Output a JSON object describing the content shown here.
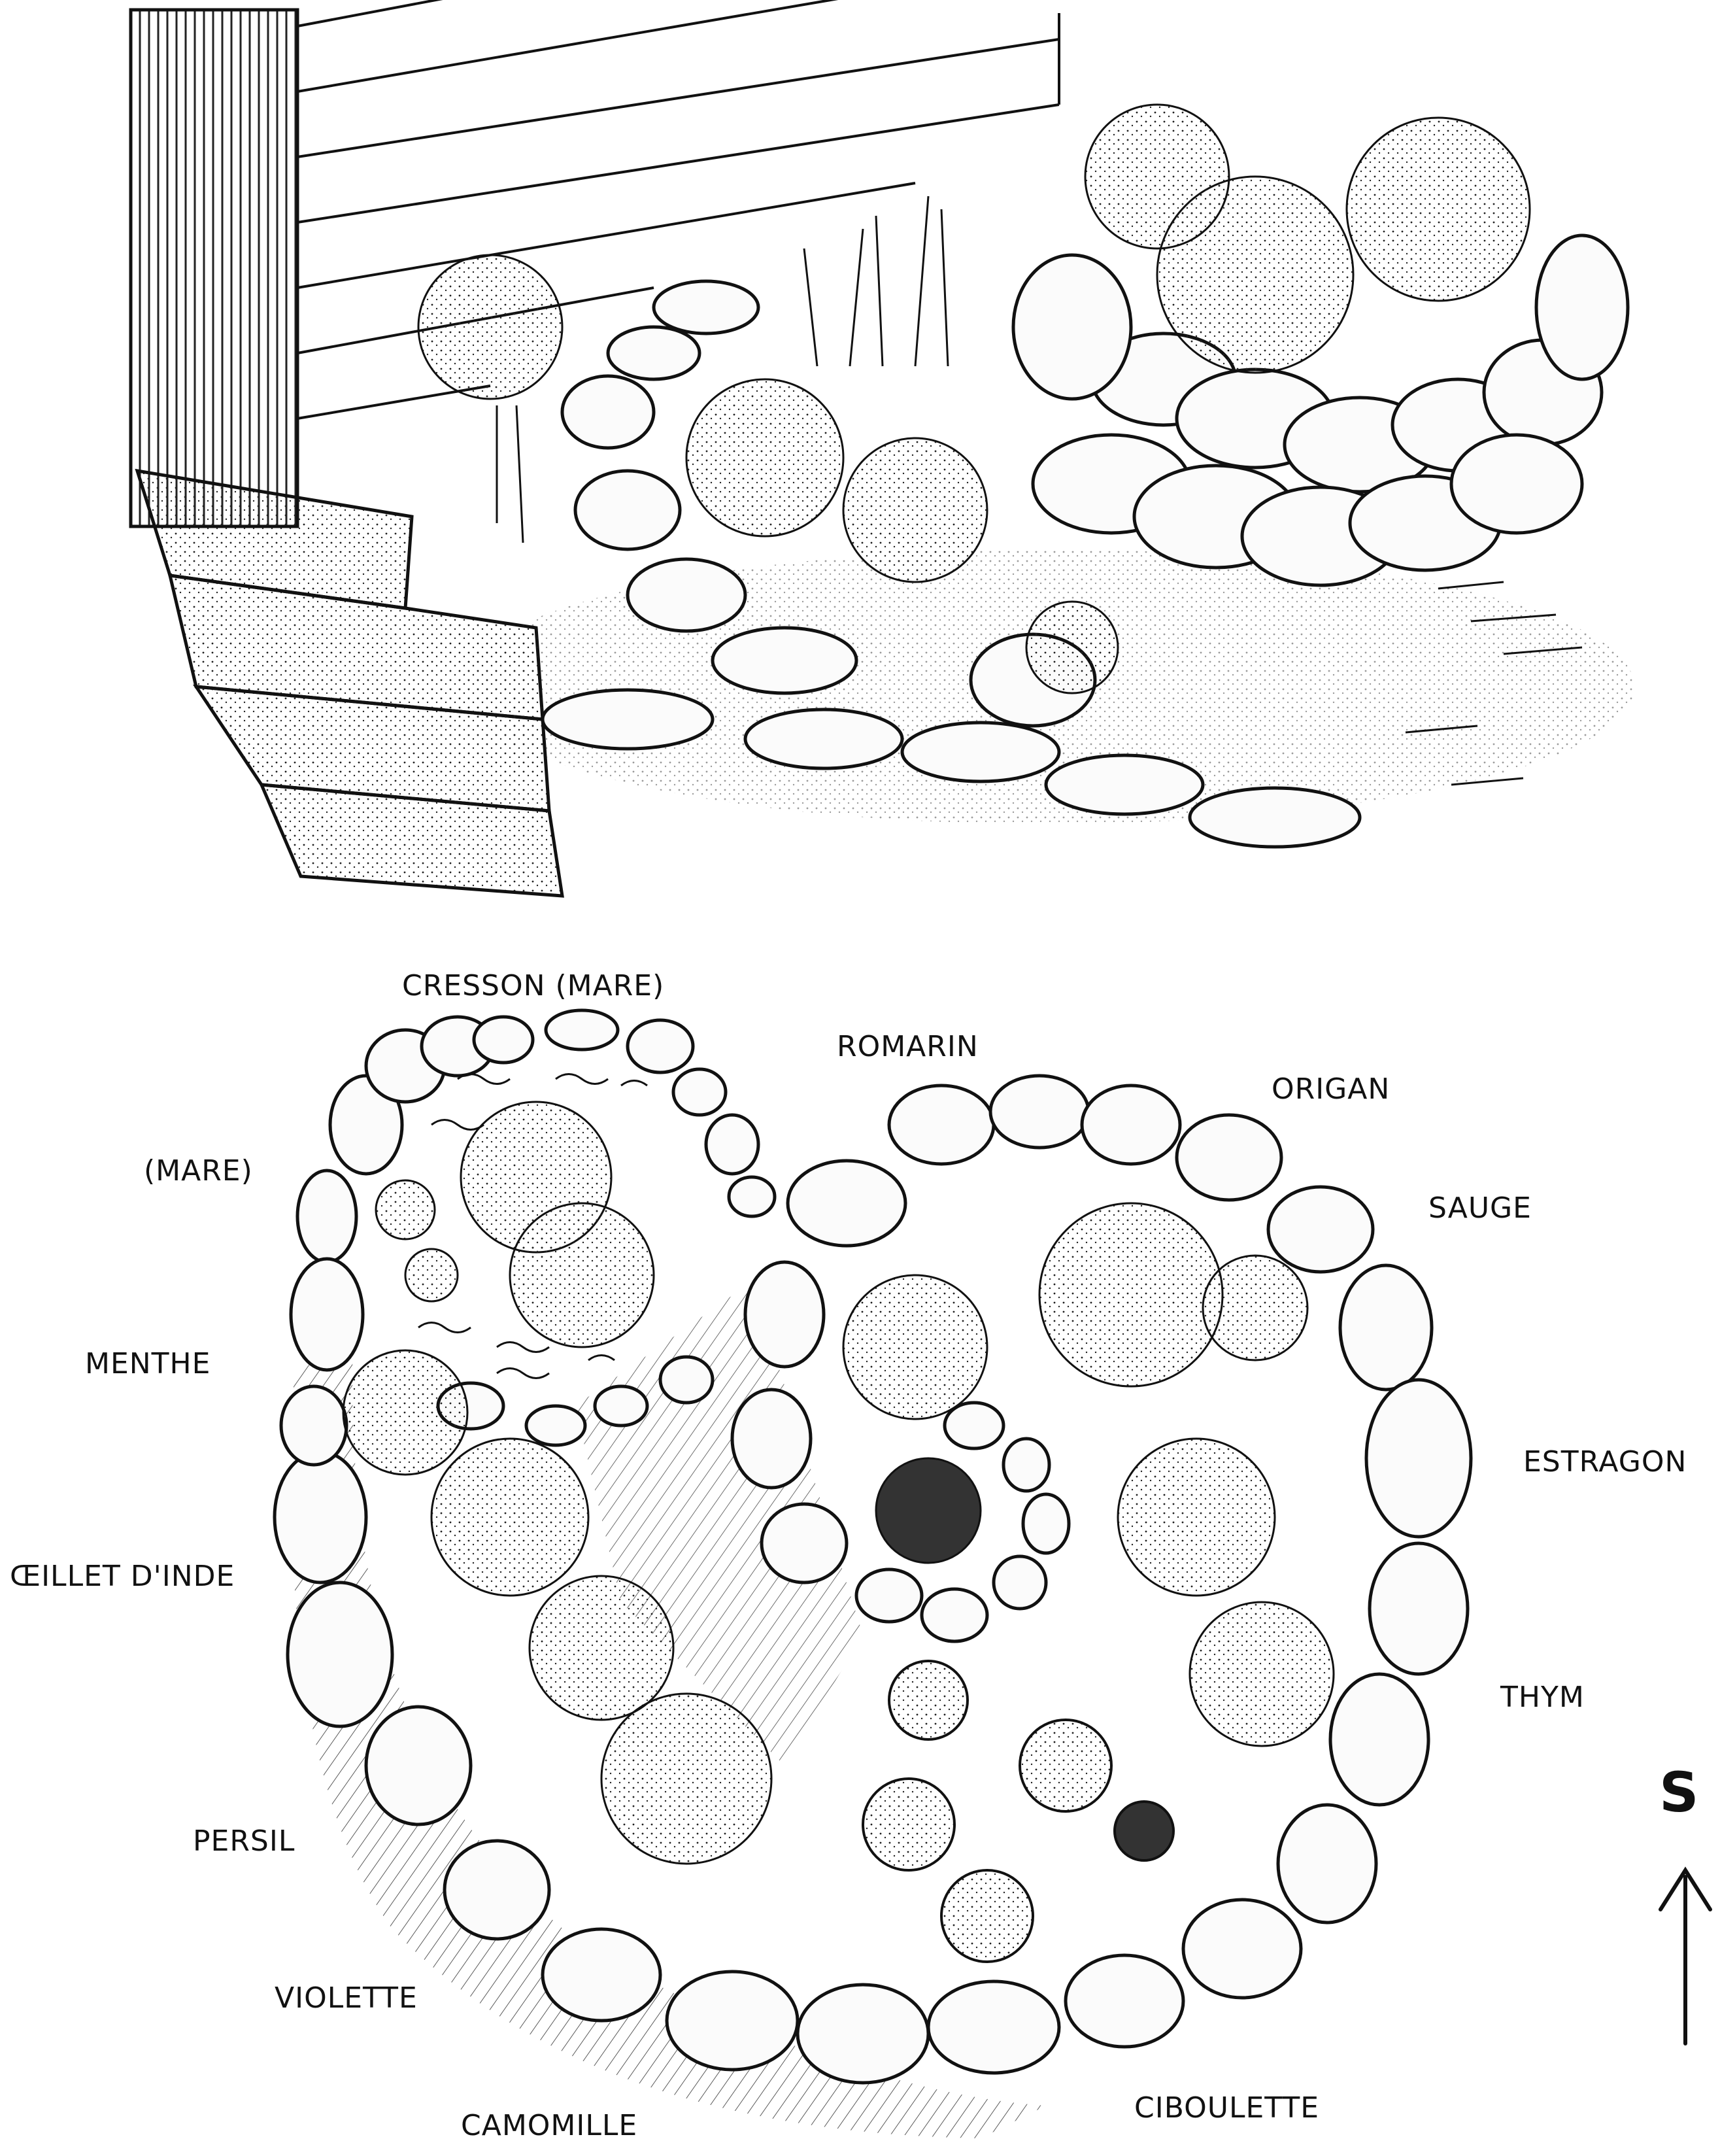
{
  "labels": {
    "cresson_mare": "CRESSON (MARE)",
    "romarin": "ROMARIN",
    "origan": "ORIGAN",
    "mare": "(MARE)",
    "sauge": "SAUGE",
    "menthe": "MENTHE",
    "estragon": "ESTRAGON",
    "oeillet_dinde": "ŒILLET D'INDE",
    "thym": "THYM",
    "persil": "PERSIL",
    "violette": "VIOLETTE",
    "camomille": "CAMOMILLE",
    "ciboulette": "CIBOULETTE"
  },
  "compass": {
    "letter": "S"
  },
  "colors": {
    "ink": "#111111",
    "paper": "#ffffff"
  }
}
